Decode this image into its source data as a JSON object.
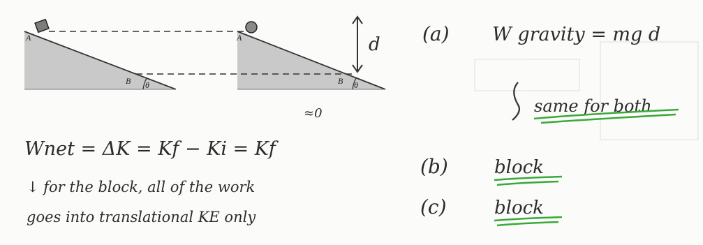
{
  "diagram": {
    "left_incline": {
      "top_label": "A",
      "bottom_label": "B",
      "angle_label": "θ",
      "object": "block"
    },
    "right_incline": {
      "top_label": "A",
      "bottom_label": "B",
      "angle_label": "θ",
      "object": "ball"
    },
    "height_label": "d"
  },
  "answers": {
    "a_label": "(a)",
    "a_equation": "W gravity = mg d",
    "a_note": "same for both",
    "b_label": "(b)",
    "b_answer": "block",
    "c_label": "(c)",
    "c_answer": "block"
  },
  "work_energy": {
    "equation": "Wnet = ΔK = Kf − Ki = Kf",
    "zero_mark": "≈0",
    "note_line1": "↓ for the block, all of the work",
    "note_line2": "goes into translational KE only"
  },
  "colors": {
    "incline_fill": "#c9c9c9",
    "underline_green": "#3aa83a",
    "ink": "#2b2b2b"
  }
}
